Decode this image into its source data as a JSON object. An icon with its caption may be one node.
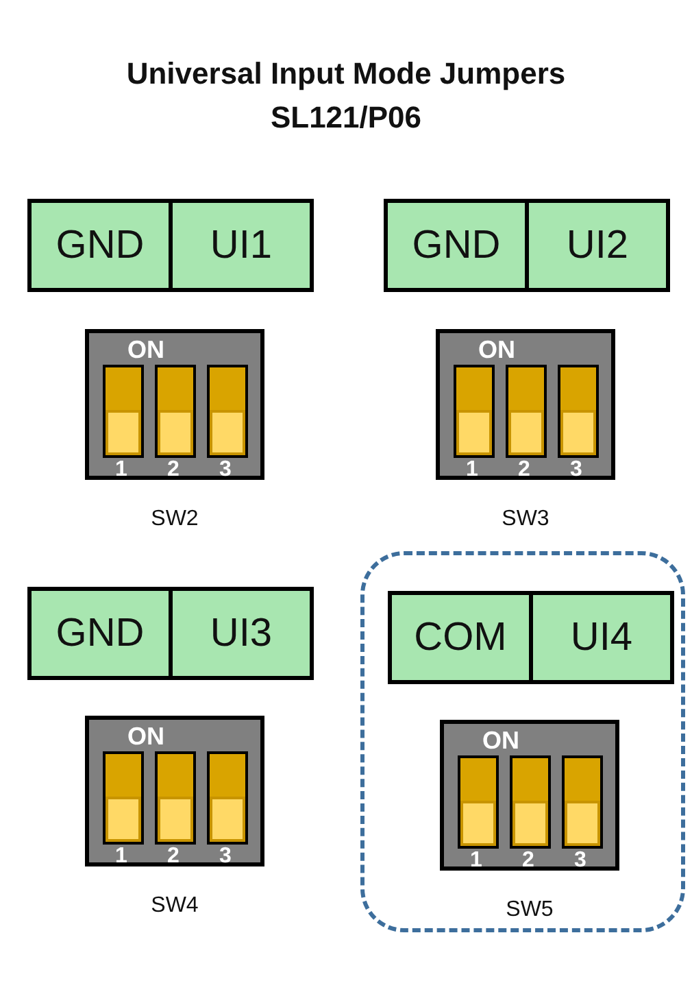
{
  "diagram": {
    "title": "Universal Input Mode Jumpers SL121/P06",
    "nodes": [
      {
        "text": [
          "GND"
        ]
      },
      {
        "text": [
          "UI1"
        ]
      },
      {
        "text": [
          "GND"
        ]
      },
      {
        "text": [
          "UI2"
        ]
      },
      {
        "text": [
          "ON",
          "1",
          "2",
          "3"
        ],
        "beside": [
          "SW2"
        ]
      },
      {
        "text": [
          "ON",
          "1",
          "2",
          "3"
        ],
        "beside": [
          "SW3"
        ]
      },
      {
        "text": [
          "GND"
        ]
      },
      {
        "text": [
          "UI3"
        ]
      },
      {
        "text": [],
        "shape": "box"
      },
      {
        "text": [
          "COM"
        ],
        "in": 8
      },
      {
        "text": [
          "UI4"
        ],
        "in": 8
      },
      {
        "text": [
          "ON",
          "1",
          "2",
          "3"
        ],
        "beside": [
          "SW4"
        ]
      },
      {
        "text": [
          "ON",
          "1",
          "2",
          "3"
        ],
        "beside": [
          "SW5"
        ],
        "in": 8
      }
    ],
    "edges": []
  }
}
